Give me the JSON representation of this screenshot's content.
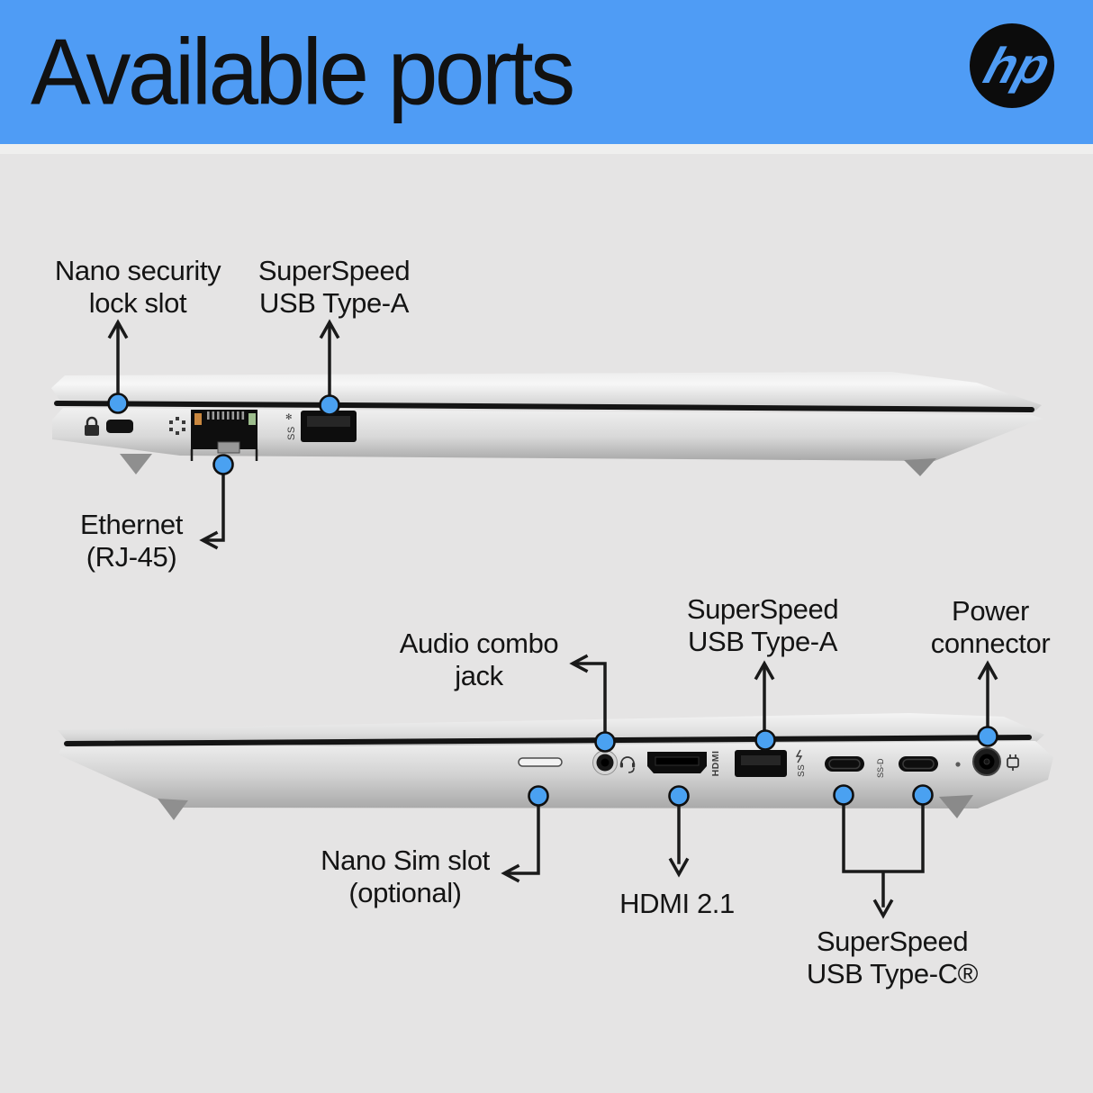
{
  "header": {
    "title": "Available ports",
    "brand": "hp"
  },
  "colors": {
    "header_blue": "#4f9cf5",
    "dot_blue": "#4aa1f1",
    "background": "#e5e4e4",
    "line_dark": "#1a1a1a"
  },
  "callouts": {
    "nano_security": {
      "line1": "Nano security",
      "line2": "lock slot"
    },
    "usb_a_top": {
      "line1": "SuperSpeed",
      "line2": "USB Type-A"
    },
    "ethernet": {
      "line1": "Ethernet",
      "line2": "(RJ-45)"
    },
    "audio": {
      "line1": "Audio combo",
      "line2": "jack"
    },
    "usb_a_bottom": {
      "line1": "SuperSpeed",
      "line2": "USB Type-A"
    },
    "power": {
      "line1": "Power",
      "line2": "connector"
    },
    "nano_sim": {
      "line1": "Nano Sim slot",
      "line2": "(optional)"
    },
    "hdmi": {
      "line1": "HDMI 2.1"
    },
    "usb_c": {
      "line1": "SuperSpeed",
      "line2": "USB Type-C®"
    }
  },
  "port_markings": {
    "hdmi": "HDMI",
    "superspeed": "SS",
    "superspeed_dp": "SS-D"
  }
}
